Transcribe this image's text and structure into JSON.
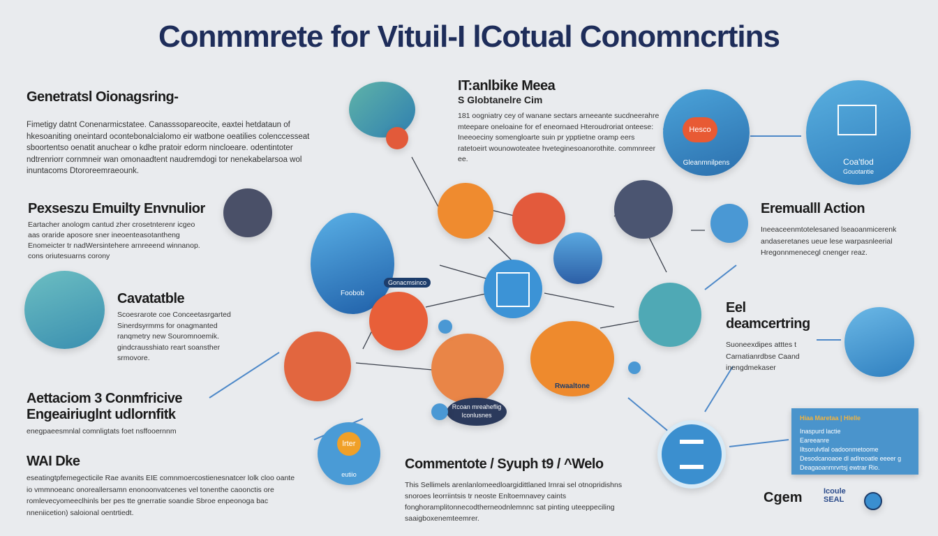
{
  "title": "Conmmrete for Vituil-I lCotual Conomncrtins",
  "sections": [
    {
      "heading": "Genetratsl Oionagsring-",
      "body": "Fimetigy datnt Conenarmicstatee. Canasssopareocite, eaxtei hetdataun of hkesoaniting oneintard ocontebonalcialomo eir watbone oeatilies colenccesseat sboortentso oenatit anuchear o kdhe pratoir edorm nincloeare. odentintoter ndtrenriorr cornmneir wan omonaadtent naudremdogi tor nenekabelarsoa wol inuntacoms Dtororeemraeounk."
    },
    {
      "heading": "Pexseszu Emuilty Envnulior",
      "body": "Eartacher anologm cantud zher crosetnterenr icgeo aas oraride aposore sner ineoenteasotantheng Enomeicter tr nadWersintehere arnreeend winnanop. cons oriutesuarns corony"
    },
    {
      "heading": "Cavatatble",
      "body": "Scoesrarote coe Conceetasrgarted Sinerdsyrmms for onagmanted ranqmetry new Souromnoemik. gindcrausshiato reart soansther srmovore."
    },
    {
      "heading": "Aettaciom 3 Conmfricive Engeairiuglnt udlornfitk",
      "body": "enegpaeesmnlal comnligtats foet nsffooernnm"
    },
    {
      "heading": "WAI Dke",
      "body": "eseatingtpfemegecticile Rae avanits EIE comnmoercostienesnatcer lolk cloo oante io vmmnoeanc onoreallersamn enonoonvatcenes vel tonenthe caoonctis ore romlevecyomeeclhinls ber pes  tte gnerratie soandie Sbroe enpeonoga bac nneniicetion) saloional oentrtiedt."
    },
    {
      "heading": "IT:anlbike Meea",
      "subheading": "S Globtanelre Cim",
      "body": "181 oogniatry cey of wanane sectars arneeante sucdneerahre mteepare oneloaine for ef eneornaed Hteroudroriat onteese: Ineeoeciny somengloarte suin pr ypptietne oramp eers ratetoeirt wounowoteatee hveteginesoanorothite. commnreer ee."
    },
    {
      "heading": "Eremualll Action",
      "body": "Ineeaceenmtotelesaned lseaoanmicerenk andaseretanes ueue lese warpasnleerial Hregonnmenecegl cnenger reaz."
    },
    {
      "heading": "Eel deamcertring",
      "body": "Suoneexdipes atttes t Carnatianrdbse Caand inengdmekaser"
    },
    {
      "heading": "Commentote / Syuph t9 / ^Welo",
      "body": "This Sellimels arenlanlomeedloargidittlaned Irnrai sel otnopridishns snoroes leorriintsis tr neoste Enltoemnavey caints fonghoramplitonnecodtherneodnlemnnc sat pinting uteeppeciling saaigboxenemteemrer."
    }
  ],
  "nodes": {
    "speech_bubble": "Hesco",
    "speech_caption": "Gleanmnilpens",
    "monitor_label": "Coa'tlod",
    "monitor_caption": "Gouotantie",
    "group_label": "Foobob",
    "group_tag": "Gonacmsinco",
    "orange_tag": "Rwaaltone",
    "dark_tag": "Rcoan mreaheflig",
    "dark_tag2": "Iconlusnes",
    "badge": "lrter",
    "badge_caption": "eutiio"
  },
  "info_box": {
    "title": "Hiaa Maretaa | Hlelle",
    "lines": [
      "Inaspurd lactie",
      "Eareeanre",
      "Iltsorulvtlal oadoonmetoome",
      "Desodcanoaoe dl adlreoatle eeeer g",
      "Deagaoanmrvrtsj ewtrar Rio."
    ]
  },
  "logos": {
    "left": "Cgem",
    "right": "Icoule SEAL"
  },
  "colors": {
    "navy": "#1e2d5a",
    "blue": "#3d8fcf",
    "orange": "#e9673a",
    "teal": "#4fa9b5",
    "background": "#e9ebee"
  }
}
